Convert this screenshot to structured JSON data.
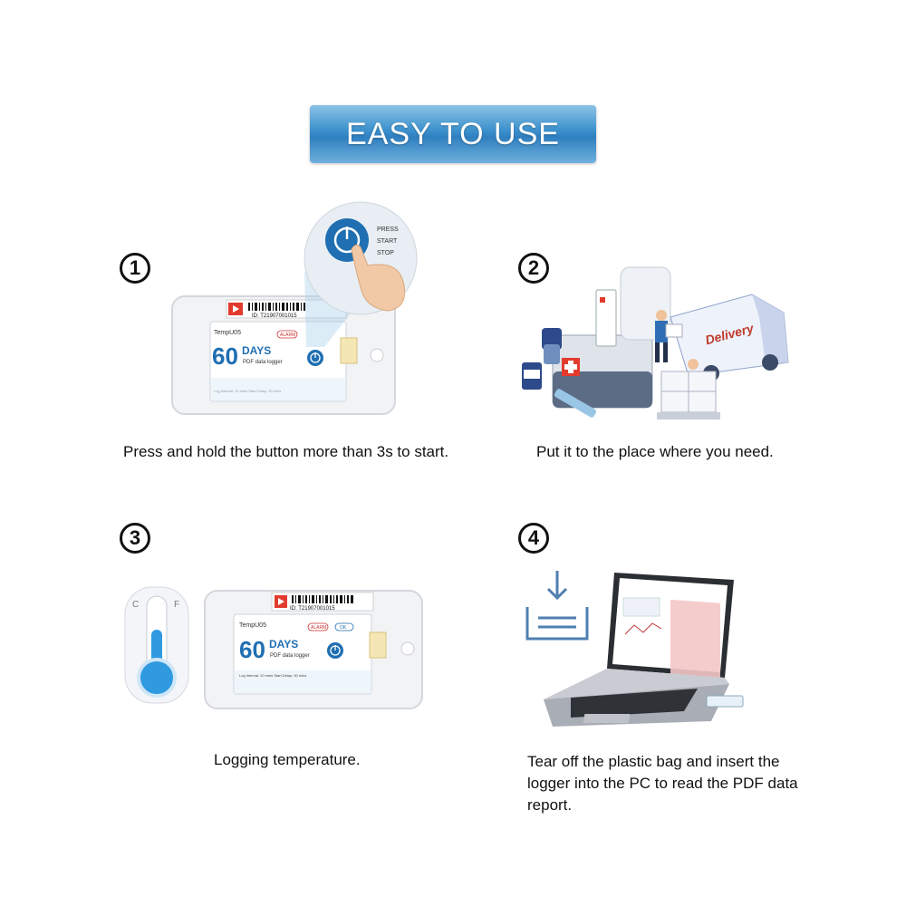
{
  "banner": {
    "title": "EASY TO USE"
  },
  "steps": [
    {
      "number": "1",
      "caption": "Press and hold the button more than 3s to start."
    },
    {
      "number": "2",
      "caption": "Put it to the place where you need."
    },
    {
      "number": "3",
      "caption": "Logging temperature."
    },
    {
      "number": "4",
      "caption": "Tear off the plastic bag and insert the logger into the PC to read the PDF data report."
    }
  ],
  "device": {
    "model": "TempU05",
    "days": "60",
    "days_unit": "DAYS",
    "subtitle": "PDF data logger",
    "id": "ID: T21907001015",
    "alarm": "ALARM",
    "ok": "OK",
    "log_info": "Log Interval: 10 mins   Start Delay: 30 mins"
  },
  "button_zoom": {
    "press": "PRESS",
    "start": "START",
    "stop": "STOP"
  },
  "van": {
    "label": "Delivery"
  },
  "thermometer": {
    "c": "C",
    "f": "F"
  }
}
